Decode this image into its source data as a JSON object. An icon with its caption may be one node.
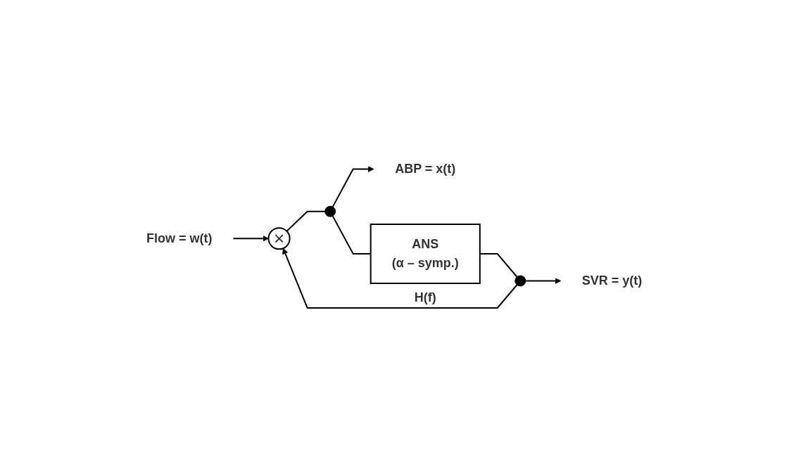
{
  "diagram": {
    "nodes": [
      {
        "text": [
          "Flow = w(t)"
        ]
      },
      {
        "text": [
          "×"
        ]
      },
      {
        "text": [
          "SVR = y(t)"
        ]
      },
      {
        "text": [],
        "shape": "circle"
      },
      {
        "text": [],
        "shape": "circle"
      },
      {
        "text": [
          "ABP = x(t)"
        ]
      },
      {
        "text": [
          "ANS",
          "(α – symp.)"
        ],
        "beside": [
          "H(f)"
        ]
      }
    ],
    "edges": [
      {
        "from": 0,
        "to": 1,
        "arrow": "to"
      },
      {
        "from": 3,
        "to": 1,
        "arrow": "to"
      },
      {
        "from": 1,
        "to": 4,
        "arrow": "none"
      },
      {
        "from": 4,
        "to": 5,
        "arrow": "to"
      },
      {
        "from": 4,
        "to": 6,
        "arrow": "none"
      },
      {
        "from": 6,
        "to": 3,
        "arrow": "none"
      },
      {
        "from": 3,
        "to": 2,
        "arrow": "to"
      }
    ]
  }
}
